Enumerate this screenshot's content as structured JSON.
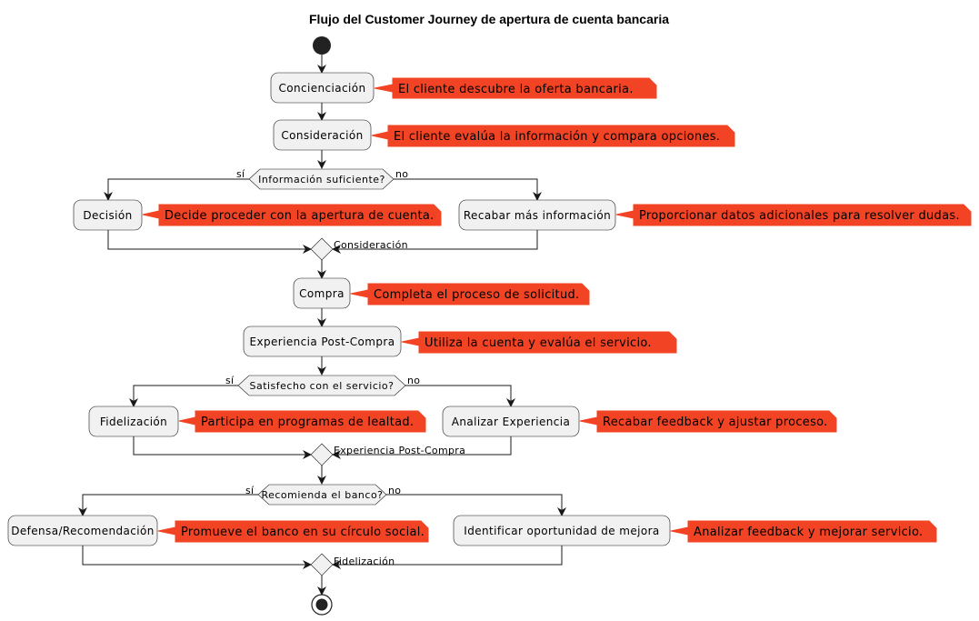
{
  "title": "Flujo del Customer Journey de apertura de cuenta bancaria",
  "activities": {
    "concienciacion": "Concienciación",
    "consideracion": "Consideración",
    "decision": "Decisión",
    "recabar": "Recabar más información",
    "compra": "Compra",
    "experiencia": "Experiencia Post-Compra",
    "fidelizacion": "Fidelización",
    "analizar": "Analizar Experiencia",
    "defensa": "Defensa/Recomendación",
    "identificar": "Identificar oportunidad de mejora"
  },
  "notes": {
    "concienciacion": "El cliente descubre la oferta bancaria.",
    "consideracion": "El cliente evalúa la información y compara opciones.",
    "decision": "Decide proceder con la apertura de cuenta.",
    "recabar": "Proporcionar datos adicionales para resolver dudas.",
    "compra": "Completa el proceso de solicitud.",
    "experiencia": "Utiliza la cuenta y evalúa el servicio.",
    "fidelizacion": "Participa en programas de lealtad.",
    "analizar": "Recabar feedback y ajustar proceso.",
    "defensa": "Promueve el banco en su círculo social.",
    "identificar": "Analizar feedback y mejorar servicio."
  },
  "decisions": {
    "d1": "Información suficiente?",
    "d2": "Satisfecho con el servicio?",
    "d3": "Recomienda el banco?"
  },
  "branches": {
    "yes": "sí",
    "no": "no"
  },
  "merges": {
    "m1": "Consideración",
    "m2": "Experiencia Post-Compra",
    "m3": "Fidelización"
  }
}
